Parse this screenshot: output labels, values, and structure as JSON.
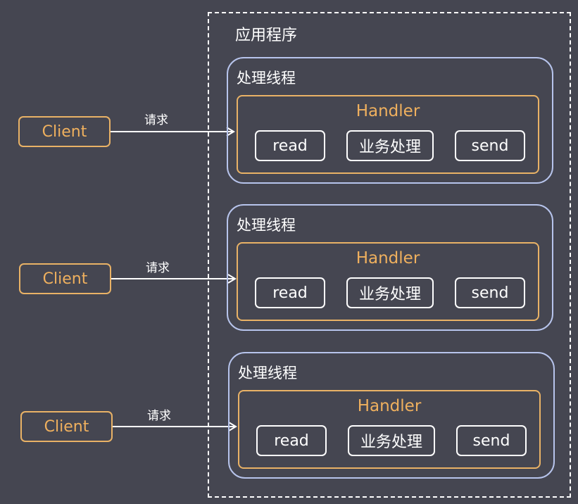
{
  "app": {
    "title": "应用程序"
  },
  "threads": [
    {
      "label": "处理线程",
      "handler": "Handler",
      "ops": [
        "read",
        "业务处理",
        "send"
      ]
    },
    {
      "label": "处理线程",
      "handler": "Handler",
      "ops": [
        "read",
        "业务处理",
        "send"
      ]
    },
    {
      "label": "处理线程",
      "handler": "Handler",
      "ops": [
        "read",
        "业务处理",
        "send"
      ]
    }
  ],
  "clients": [
    {
      "label": "Client",
      "request": "请求"
    },
    {
      "label": "Client",
      "request": "请求"
    },
    {
      "label": "Client",
      "request": "请求"
    }
  ],
  "colors": {
    "background": "#454651",
    "thread_border": "#b7c4ec",
    "handler_border": "#e9b266",
    "text_orange": "#efb05e",
    "white": "#ffffff"
  }
}
